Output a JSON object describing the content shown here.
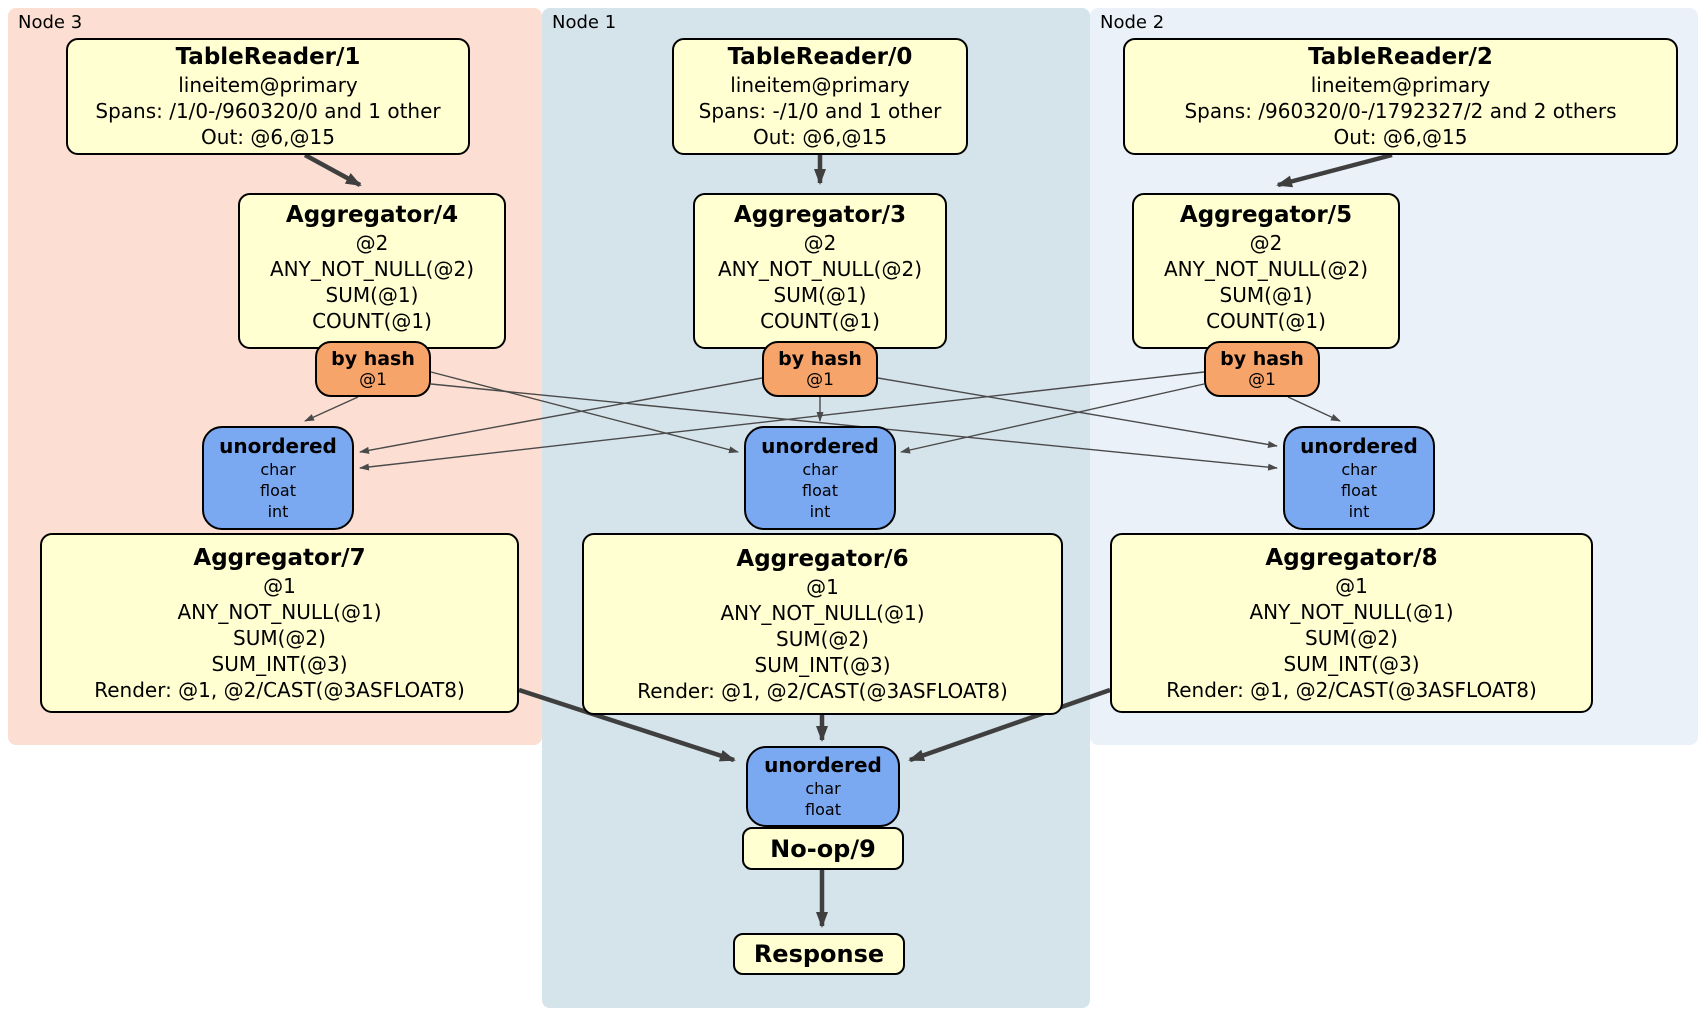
{
  "nodes": {
    "node3": {
      "label": "Node 3",
      "table_reader": {
        "title": "TableReader/1",
        "rows": [
          "lineitem@primary",
          "Spans: /1/0-/960320/0 and 1 other",
          "Out: @6,@15"
        ]
      },
      "stage1_aggregator": {
        "title": "Aggregator/4",
        "rows": [
          "@2",
          "ANY_NOT_NULL(@2)",
          "SUM(@1)",
          "COUNT(@1)"
        ]
      },
      "hash_router": {
        "title": "by hash",
        "detail": "@1"
      },
      "unordered_sync": {
        "title": "unordered",
        "rows": [
          "char",
          "float",
          "int"
        ]
      },
      "stage2_aggregator": {
        "title": "Aggregator/7",
        "rows": [
          "@1",
          "ANY_NOT_NULL(@1)",
          "SUM(@2)",
          "SUM_INT(@3)",
          "Render: @1, @2/CAST(@3ASFLOAT8)"
        ]
      }
    },
    "node1": {
      "label": "Node 1",
      "table_reader": {
        "title": "TableReader/0",
        "rows": [
          "lineitem@primary",
          "Spans: -/1/0 and 1 other",
          "Out: @6,@15"
        ]
      },
      "stage1_aggregator": {
        "title": "Aggregator/3",
        "rows": [
          "@2",
          "ANY_NOT_NULL(@2)",
          "SUM(@1)",
          "COUNT(@1)"
        ]
      },
      "hash_router": {
        "title": "by hash",
        "detail": "@1"
      },
      "unordered_sync": {
        "title": "unordered",
        "rows": [
          "char",
          "float",
          "int"
        ]
      },
      "stage2_aggregator": {
        "title": "Aggregator/6",
        "rows": [
          "@1",
          "ANY_NOT_NULL(@1)",
          "SUM(@2)",
          "SUM_INT(@3)",
          "Render: @1, @2/CAST(@3ASFLOAT8)"
        ]
      },
      "final_sync": {
        "title": "unordered",
        "rows": [
          "char",
          "float"
        ]
      },
      "noop": {
        "title": "No-op/9"
      },
      "response": {
        "title": "Response"
      }
    },
    "node2": {
      "label": "Node 2",
      "table_reader": {
        "title": "TableReader/2",
        "rows": [
          "lineitem@primary",
          "Spans: /960320/0-/1792327/2 and 2 others",
          "Out: @6,@15"
        ]
      },
      "stage1_aggregator": {
        "title": "Aggregator/5",
        "rows": [
          "@2",
          "ANY_NOT_NULL(@2)",
          "SUM(@1)",
          "COUNT(@1)"
        ]
      },
      "hash_router": {
        "title": "by hash",
        "detail": "@1"
      },
      "unordered_sync": {
        "title": "unordered",
        "rows": [
          "char",
          "float",
          "int"
        ]
      },
      "stage2_aggregator": {
        "title": "Aggregator/8",
        "rows": [
          "@1",
          "ANY_NOT_NULL(@1)",
          "SUM(@2)",
          "SUM_INT(@3)",
          "Render: @1, @2/CAST(@3ASFLOAT8)"
        ]
      }
    }
  },
  "colors": {
    "processor_fill": "#ffffd2",
    "router_fill": "#f7a46a",
    "sync_fill": "#7aa8f1",
    "node3_bg": "#fcdfd2",
    "node1_bg": "#d5e3ea",
    "node2_bg": "#eaf1f9",
    "edge": "#3f3f3f"
  }
}
